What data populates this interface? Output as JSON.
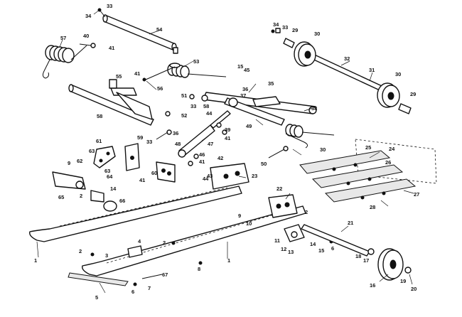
{
  "title": "",
  "callouts": [
    {
      "text": "33"
    },
    {
      "text": "34"
    },
    {
      "text": "54"
    },
    {
      "text": "57"
    },
    {
      "text": "40"
    },
    {
      "text": "41"
    },
    {
      "text": "34"
    },
    {
      "text": "33"
    },
    {
      "text": "29"
    },
    {
      "text": "30"
    },
    {
      "text": "32"
    },
    {
      "text": "31"
    },
    {
      "text": "30"
    },
    {
      "text": "29"
    },
    {
      "text": "53"
    },
    {
      "text": "55"
    },
    {
      "text": "41"
    },
    {
      "text": "56"
    },
    {
      "text": "15"
    },
    {
      "text": "45"
    },
    {
      "text": "35"
    },
    {
      "text": "51"
    },
    {
      "text": "33"
    },
    {
      "text": "58"
    },
    {
      "text": "36"
    },
    {
      "text": "37"
    },
    {
      "text": "38"
    },
    {
      "text": "52"
    },
    {
      "text": "58"
    },
    {
      "text": "44"
    },
    {
      "text": "39"
    },
    {
      "text": "41"
    },
    {
      "text": "49"
    },
    {
      "text": "33"
    },
    {
      "text": "59"
    },
    {
      "text": "36"
    },
    {
      "text": "47"
    },
    {
      "text": "48"
    },
    {
      "text": "46"
    },
    {
      "text": "30"
    },
    {
      "text": "61"
    },
    {
      "text": "63"
    },
    {
      "text": "62"
    },
    {
      "text": "9"
    },
    {
      "text": "60"
    },
    {
      "text": "41"
    },
    {
      "text": "42"
    },
    {
      "text": "41"
    },
    {
      "text": "50"
    },
    {
      "text": "25"
    },
    {
      "text": "24"
    },
    {
      "text": "26"
    },
    {
      "text": "27"
    },
    {
      "text": "28"
    },
    {
      "text": "63"
    },
    {
      "text": "64"
    },
    {
      "text": "44"
    },
    {
      "text": "43"
    },
    {
      "text": "23"
    },
    {
      "text": "65"
    },
    {
      "text": "2"
    },
    {
      "text": "14"
    },
    {
      "text": "66"
    },
    {
      "text": "22"
    },
    {
      "text": "2"
    },
    {
      "text": "21"
    },
    {
      "text": "9"
    },
    {
      "text": "10"
    },
    {
      "text": "11"
    },
    {
      "text": "1"
    },
    {
      "text": "4"
    },
    {
      "text": "2"
    },
    {
      "text": "12"
    },
    {
      "text": "13"
    },
    {
      "text": "14"
    },
    {
      "text": "15"
    },
    {
      "text": "6"
    },
    {
      "text": "18"
    },
    {
      "text": "17"
    },
    {
      "text": "2"
    },
    {
      "text": "3"
    },
    {
      "text": "1"
    },
    {
      "text": "8"
    },
    {
      "text": "67"
    },
    {
      "text": "7"
    },
    {
      "text": "6"
    },
    {
      "text": "5"
    },
    {
      "text": "16"
    },
    {
      "text": "19"
    },
    {
      "text": "20"
    }
  ]
}
